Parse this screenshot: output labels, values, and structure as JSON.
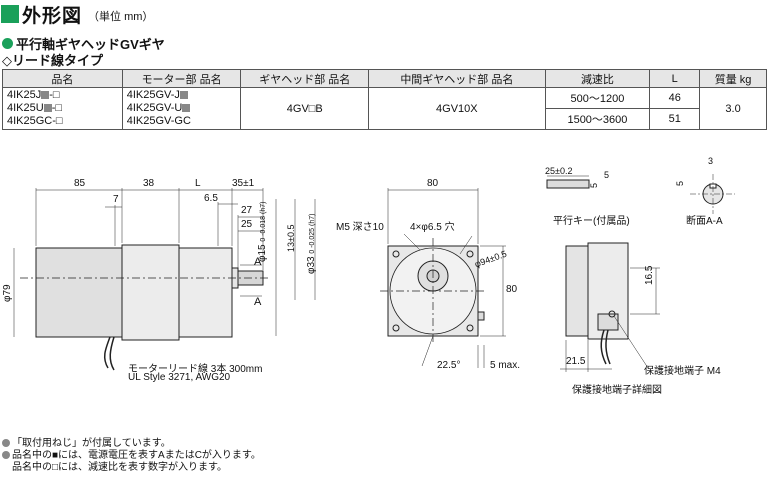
{
  "header": {
    "title": "外形図",
    "unit": "（単位 mm）"
  },
  "subtitle1": "平行軸ギヤヘッドGVギヤ",
  "subtitle2": "◇リード線タイプ",
  "table": {
    "headers": [
      "品名",
      "モーター部 品名",
      "ギヤヘッド部 品名",
      "中間ギヤヘッド部 品名",
      "減速比",
      "L",
      "質量 kg"
    ],
    "models": [
      "4IK25J",
      "-□",
      "4IK25U",
      "-□",
      "4IK25GC-□"
    ],
    "motor": [
      "4IK25GV-J",
      "4IK25GV-U",
      "4IK25GV-GC"
    ],
    "gear": "4GV□B",
    "mid": "4GV10X",
    "ratios": [
      "500～1200",
      "1500～3600"
    ],
    "L": [
      "46",
      "51"
    ],
    "mass": "3.0"
  },
  "dims": {
    "d85": "85",
    "d38": "38",
    "dL": "L",
    "d35": "35±1",
    "d7": "7",
    "d65": "6.5",
    "d27": "27",
    "d25": "25",
    "shaft1": "φ15",
    "shaft1tol": "0 -0.018 (h7)",
    "d13": "13±0.5",
    "shaft2": "φ33",
    "shaft2tol": "0 -0.025 (h7)",
    "phi79": "φ79",
    "A": "A",
    "d80": "80",
    "d80v": "80",
    "m5": "M5 深さ10",
    "holes": "4×φ6.5 穴",
    "pcd": "φ94±0.5",
    "ang": "22.5°",
    "max5": "5 max.",
    "key25": "25±0.2",
    "key5a": "5",
    "key5b": "5",
    "key3": "3",
    "key5c": "5",
    "keycap": "平行キー(付属品)",
    "seccap": "断面A-A",
    "d165": "16.5",
    "d215": "21.5",
    "groundcap": "保護接地端子 M4",
    "detailcap": "保護接地端子詳細図",
    "lead1": "モーターリード線 3本 300mm",
    "lead2": "UL Style 3271, AWG20"
  },
  "notes": [
    "「取付用ねじ」が付属しています。",
    "品名中の■には、電源電圧を表すAまたはCが入ります。",
    "品名中の□には、減速比を表す数字が入ります。"
  ]
}
